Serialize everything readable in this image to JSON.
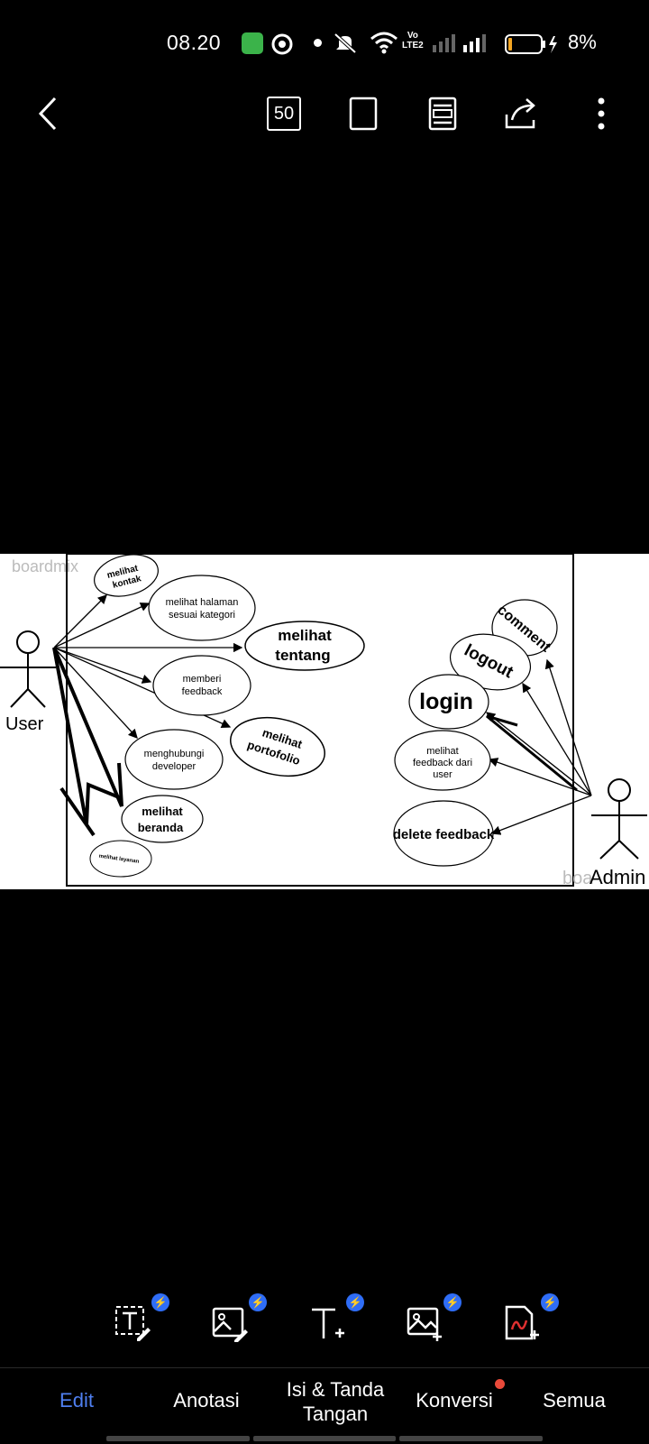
{
  "status_bar": {
    "time": "08.20",
    "battery": "8%",
    "network_label_top": "Vo",
    "network_label_bottom": "LTE2"
  },
  "toolbar": {
    "page_count": "50",
    "icons": [
      "back-arrow-icon",
      "page-count-icon",
      "fullscreen-icon",
      "reading-mode-icon",
      "share-icon",
      "more-menu-icon"
    ]
  },
  "diagram": {
    "watermark_left": "boardmix",
    "watermark_right": "boa",
    "actors": {
      "user": "User",
      "admin": "Admin"
    },
    "user_cases": {
      "melihat_kontak_1": "melihat",
      "melihat_kontak_2": "kontak",
      "halaman_1": "melihat halaman",
      "halaman_2": "sesuai kategori",
      "tentang_1": "melihat",
      "tentang_2": "tentang",
      "feedback_1": "memberi",
      "feedback_2": "feedback",
      "portofolio_1": "melihat",
      "portofolio_2": "portofolio",
      "developer_1": "menghubungi",
      "developer_2": "developer",
      "beranda_1": "melihat",
      "beranda_2": "beranda",
      "layanan": "melihat layanan"
    },
    "admin_cases": {
      "comment": "comment",
      "logout": "logout",
      "login": "login",
      "lihat_feedback_1": "melihat",
      "lihat_feedback_2": "feedback dari",
      "lihat_feedback_3": "user",
      "delete_feedback": "delete feedback"
    }
  },
  "bottom_tools": {
    "items": [
      "edit-text-icon",
      "edit-image-icon",
      "add-text-icon",
      "add-image-icon",
      "add-signature-icon"
    ],
    "accent": "#2f6df6"
  },
  "tabs": {
    "edit": "Edit",
    "anotasi": "Anotasi",
    "isi_1": "Isi & Tanda",
    "isi_2": "Tangan",
    "konversi": "Konversi",
    "semua": "Semua",
    "active_color": "#4f7ff0"
  }
}
